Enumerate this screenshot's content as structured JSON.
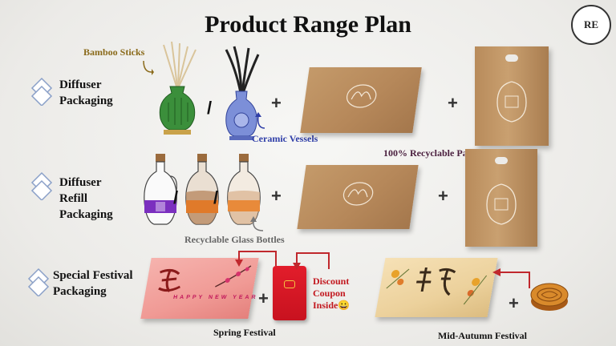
{
  "title": "Product Range Plan",
  "logo": {
    "text": "RE"
  },
  "rows": [
    {
      "label_lines": [
        "Diffuser",
        "Packaging"
      ]
    },
    {
      "label_lines": [
        "Diffuser",
        "Refill",
        "Packaging"
      ]
    },
    {
      "label_lines": [
        "Special Festival",
        "Packaging"
      ]
    }
  ],
  "annotations": {
    "bamboo_sticks": "Bamboo Sticks",
    "ceramic_vessels": "Ceramic Vessels",
    "recyclable_packaging": "100% Recyclable Packaging",
    "glass_bottles": "Recyclable Glass Bottles",
    "coupon": [
      "Discount",
      "Coupon",
      "Inside😀"
    ],
    "spring_festival": "Spring Festival",
    "mid_autumn_festival": "Mid-Autumn Festival",
    "spring_box_text": "HAPPY   NEW   YEAR"
  },
  "symbols": {
    "separator": "/",
    "plus": "+"
  },
  "colors": {
    "bamboo_label": "#8a6a1a",
    "ceramic_label": "#2f3ea8",
    "recyclable_label": "#4a1f3e",
    "glass_label": "#666666",
    "coupon_label": "#c2181f",
    "festival_label": "#111111",
    "arrow_red": "#c0282d",
    "arrow_gray": "#777777"
  }
}
